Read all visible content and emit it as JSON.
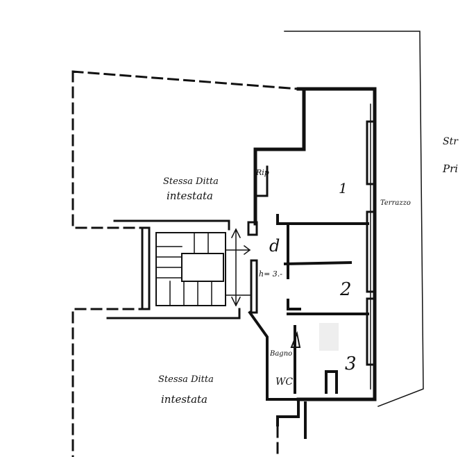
{
  "plan": {
    "neighbor_top": [
      "Stessa Ditta",
      "intestata"
    ],
    "neighbor_bottom": [
      "Stessa Ditta",
      "intestata"
    ],
    "storage_label": "Rip",
    "room_1": "1",
    "room_2": "2",
    "room_3": "3",
    "hall_label": "d",
    "height_label": "h= 3.-",
    "bath_label": "Bagno",
    "wc_label": "WC",
    "terrace_label": "Terrazzo",
    "street_label_1": "Str",
    "street_label_2": "Pri"
  }
}
